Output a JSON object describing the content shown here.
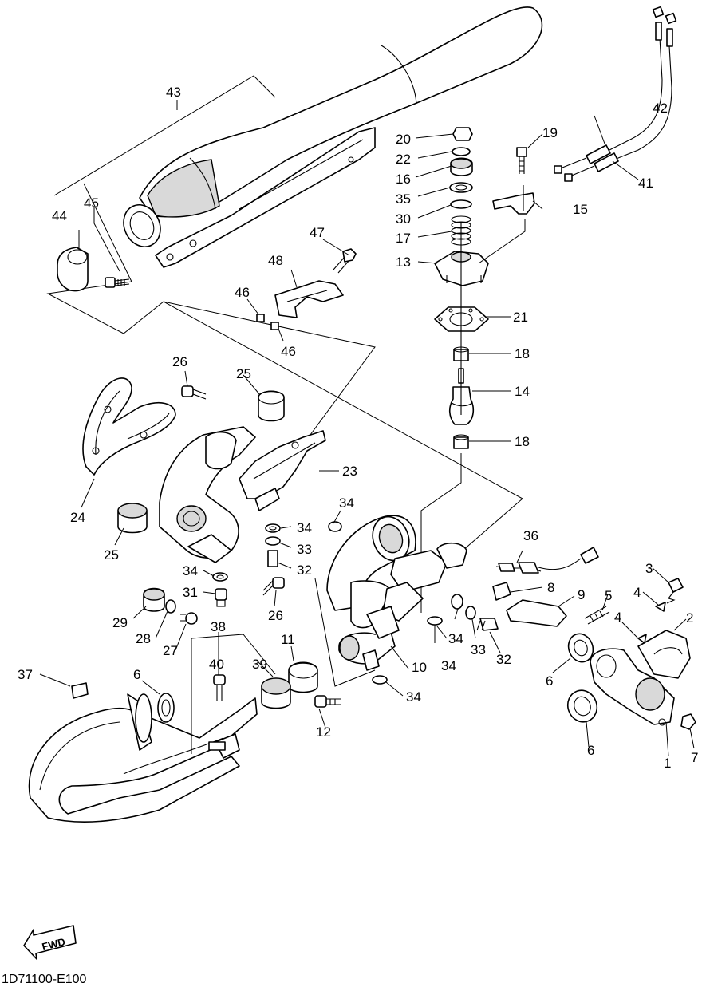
{
  "diagram_code": "1D71100-E100",
  "fwd_label": "FWD",
  "callouts": {
    "n1": "1",
    "n2": "2",
    "n3": "3",
    "n4a": "4",
    "n4b": "4",
    "n5": "5",
    "n6a": "6",
    "n6b": "6",
    "n6c": "6",
    "n7": "7",
    "n8": "8",
    "n9": "9",
    "n10": "10",
    "n11": "11",
    "n12": "12",
    "n13": "13",
    "n14": "14",
    "n15": "15",
    "n16": "16",
    "n17": "17",
    "n18a": "18",
    "n18b": "18",
    "n19": "19",
    "n20": "20",
    "n21": "21",
    "n22": "22",
    "n23": "23",
    "n24": "24",
    "n25a": "25",
    "n25b": "25",
    "n26a": "26",
    "n26b": "26",
    "n27": "27",
    "n28": "28",
    "n29": "29",
    "n30": "30",
    "n31": "31",
    "n32a": "32",
    "n32b": "32",
    "n33a": "33",
    "n33b": "33",
    "n34a": "34",
    "n34b": "34",
    "n34c": "34",
    "n34d": "34",
    "n34e": "34",
    "n34f": "34",
    "n35": "35",
    "n36": "36",
    "n37": "37",
    "n38": "38",
    "n39": "39",
    "n40": "40",
    "n41": "41",
    "n42": "42",
    "n43": "43",
    "n44": "44",
    "n45": "45",
    "n46a": "46",
    "n46b": "46",
    "n47": "47",
    "n48": "48"
  }
}
